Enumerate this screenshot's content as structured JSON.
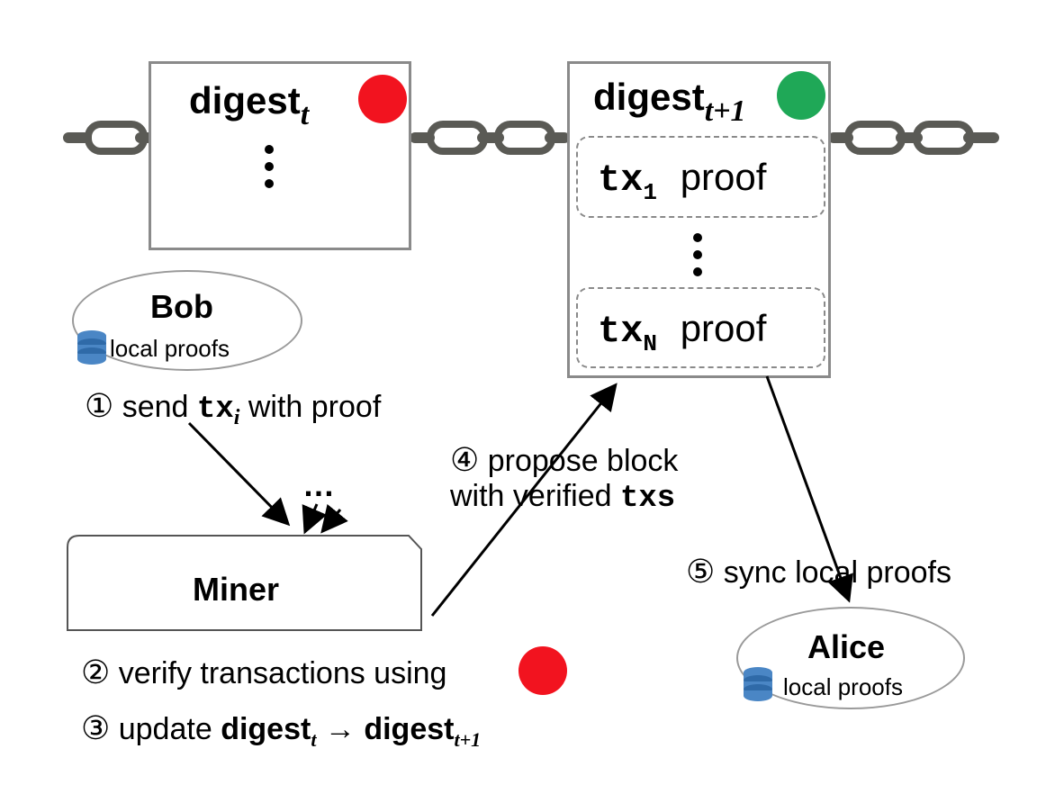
{
  "blocks": {
    "prev": {
      "label": "digest",
      "sub": "t",
      "status_color": "#f2131f",
      "ellipsis": "⋮"
    },
    "next": {
      "label": "digest",
      "sub": "t+1",
      "status_color": "#1fa857",
      "tx_rows": [
        {
          "tx": "tx",
          "sub": "1",
          "proof": "proof"
        },
        {
          "tx": "tx",
          "sub": "N",
          "proof": "proof"
        }
      ],
      "ellipsis": "⋮"
    }
  },
  "actors": {
    "bob": {
      "name": "Bob",
      "store": "local proofs"
    },
    "alice": {
      "name": "Alice",
      "store": "local proofs"
    },
    "miner": {
      "name": "Miner"
    }
  },
  "steps": {
    "s1": {
      "num": "①",
      "pre": "send",
      "tx": "tx",
      "sub": "i",
      "post": "with proof"
    },
    "s2": {
      "num": "②",
      "text": "verify transactions using"
    },
    "s3": {
      "num": "③",
      "pre": "update",
      "a": "digest",
      "a_sub": "t",
      "arrow": "→",
      "b": "digest",
      "b_sub": "t+1"
    },
    "s4": {
      "num": "④",
      "line1": "propose block",
      "line2_pre": "with verified",
      "line2_tx": "txs"
    },
    "s5": {
      "num": "⑤",
      "text": "sync local proofs"
    }
  },
  "misc": {
    "incoming_ellipsis": "…"
  }
}
